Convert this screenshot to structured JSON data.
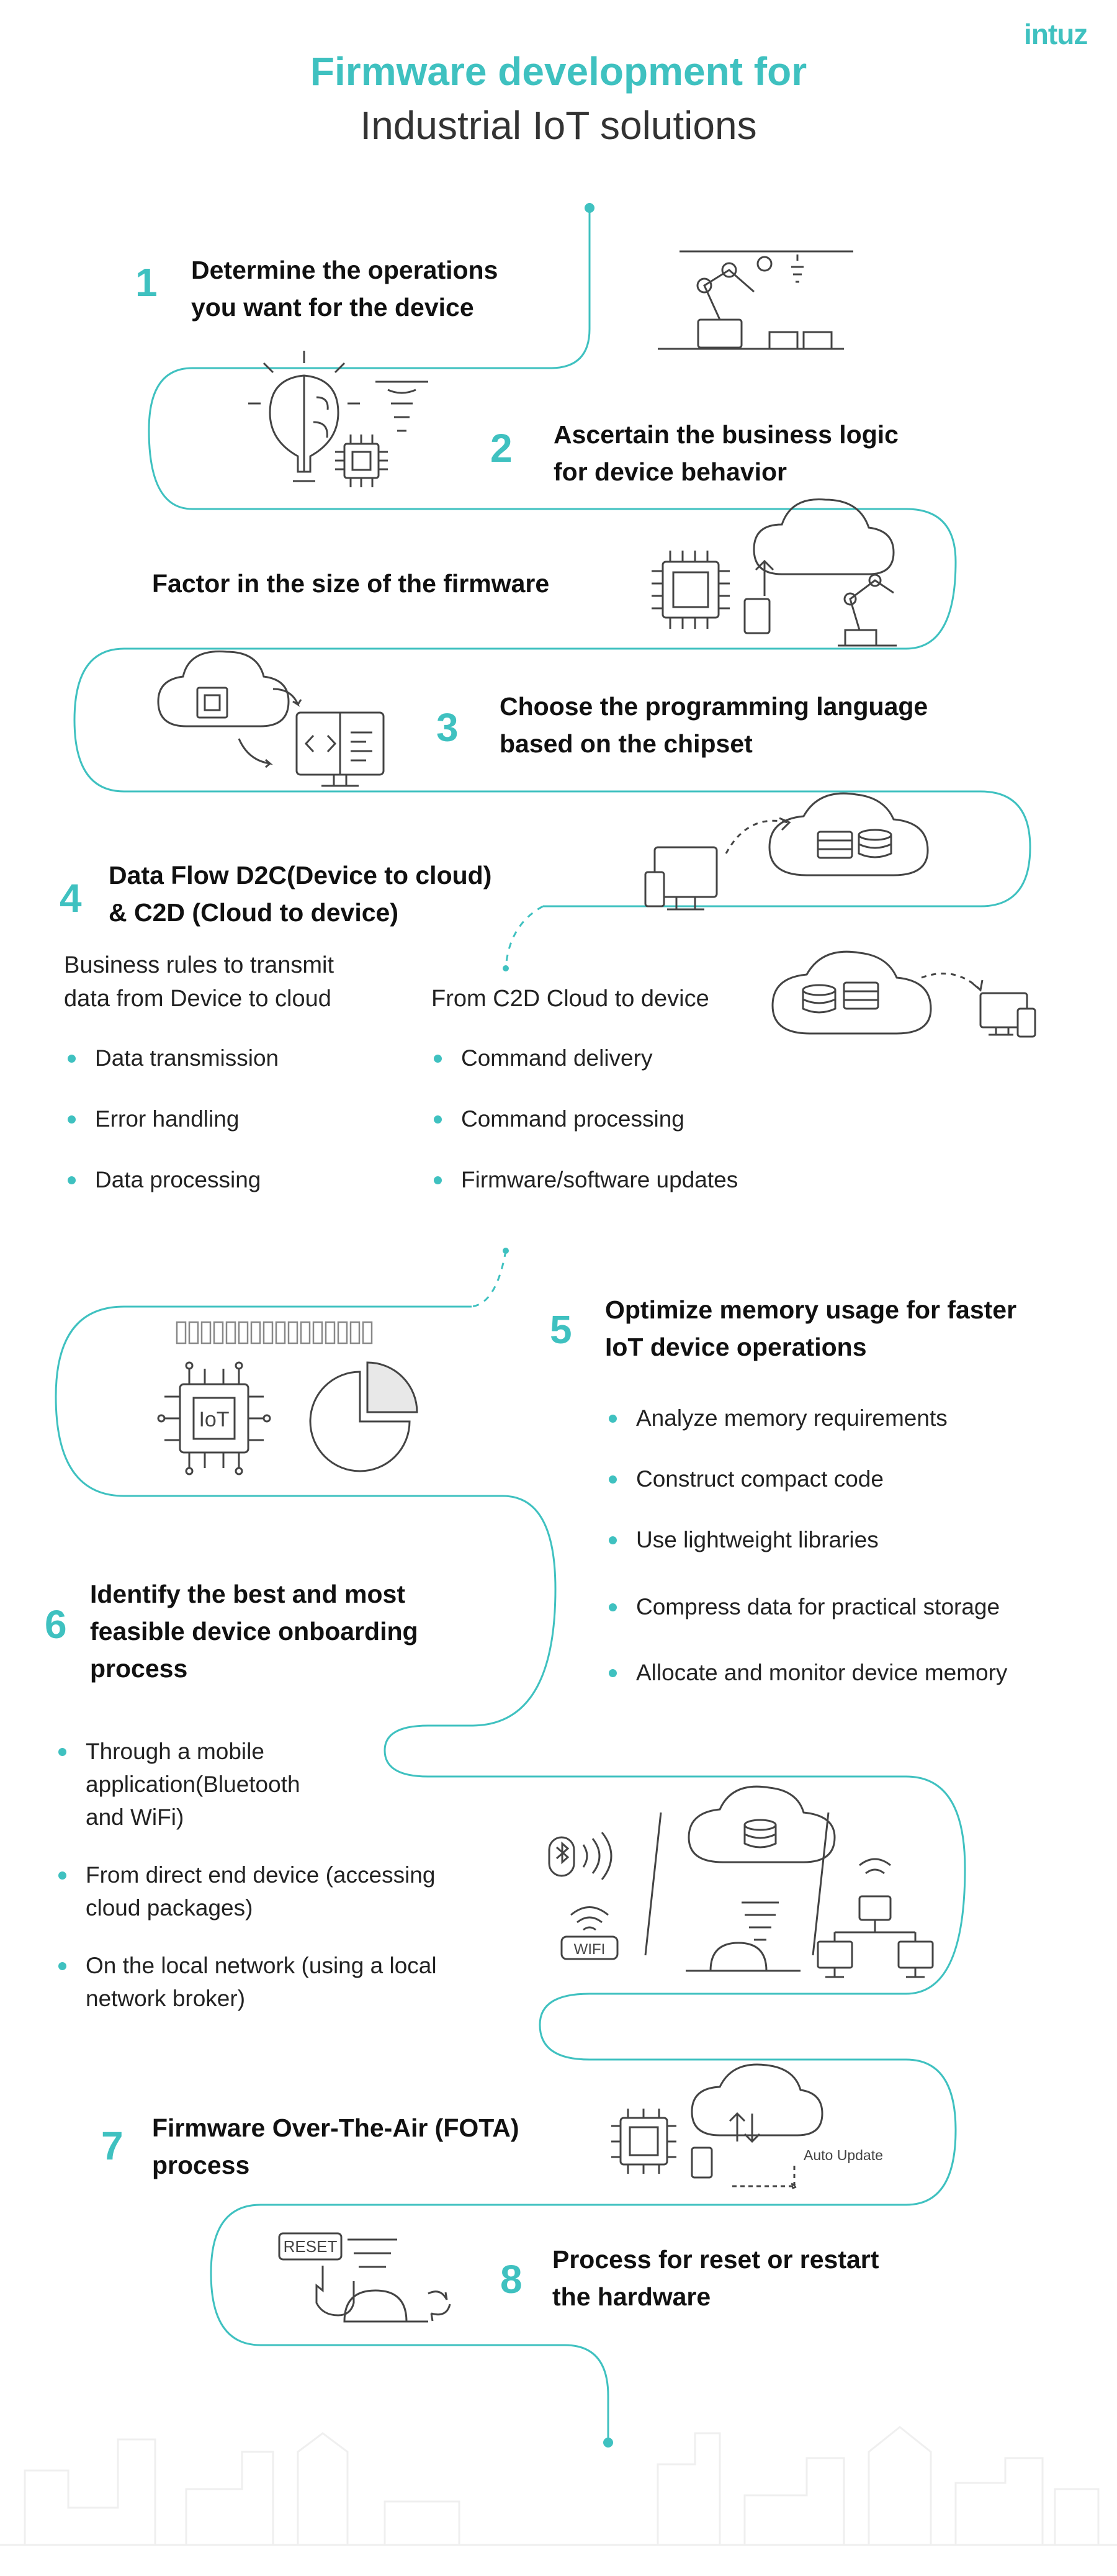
{
  "brand": {
    "logo": "intuz",
    "accent": "#3fc1c0"
  },
  "title": {
    "line1": "Firmware development for",
    "line2": "Industrial IoT solutions"
  },
  "steps": {
    "s1": {
      "num": "1",
      "line1": "Determine the operations",
      "line2": "you want for the device"
    },
    "s2": {
      "num": "2",
      "line1": "Ascertain the business logic",
      "line2": "for device behavior"
    },
    "factor": {
      "line1": "Factor in the size of the firmware"
    },
    "s3": {
      "num": "3",
      "line1": "Choose the programming language",
      "line2": "based on the chipset"
    },
    "s4": {
      "num": "4",
      "line1": "Data Flow D2C(Device to cloud)",
      "line2": "& C2D (Cloud to device)",
      "left_title1": "Business rules to transmit",
      "left_title2": "data from Device to cloud",
      "left_items": [
        "Data transmission",
        "Error handling",
        "Data processing"
      ],
      "right_title": "From C2D Cloud to device",
      "right_items": [
        "Command delivery",
        "Command processing",
        "Firmware/software updates"
      ]
    },
    "s5": {
      "num": "5",
      "line1": "Optimize memory usage for faster",
      "line2": "IoT device operations",
      "items": [
        "Analyze memory requirements",
        "Construct compact code",
        "Use lightweight libraries",
        "Compress data for practical storage",
        "Allocate and monitor device memory"
      ]
    },
    "s6": {
      "num": "6",
      "line1": "Identify the best and most",
      "line2": "feasible device onboarding",
      "line3": "process",
      "items": [
        {
          "l1": "Through a mobile",
          "l2": "application(Bluetooth",
          "l3": "and WiFi)"
        },
        {
          "l1": "From direct end device (accessing",
          "l2": "cloud packages)"
        },
        {
          "l1": "On the local network (using a local",
          "l2": "network broker)"
        }
      ]
    },
    "s7": {
      "num": "7",
      "line1": "Firmware Over-The-Air (FOTA)",
      "line2": "process",
      "auto_update": "Auto Update"
    },
    "s8": {
      "num": "8",
      "line1": "Process for reset or restart",
      "line2": "the hardware",
      "reset_label": "RESET"
    }
  },
  "icons": {
    "iot_label": "IoT",
    "wifi_label": "WIFI"
  }
}
